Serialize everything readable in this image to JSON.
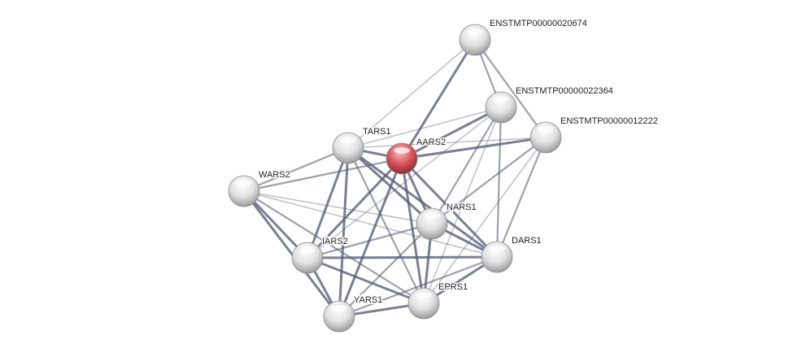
{
  "network": {
    "query_node": "AARS2",
    "colors": {
      "query": "#d9545c",
      "node": "#e6e6e6",
      "edge": "#5a5f7a"
    },
    "nodes": [
      {
        "id": "ENSTMTP00000020674"
      },
      {
        "id": "ENSTMTP00000022364"
      },
      {
        "id": "ENSTMTP00000012222"
      },
      {
        "id": "TARS1"
      },
      {
        "id": "AARS2"
      },
      {
        "id": "WARS2"
      },
      {
        "id": "NARS1"
      },
      {
        "id": "IARS2"
      },
      {
        "id": "DARS1"
      },
      {
        "id": "EPRS1"
      },
      {
        "id": "YARS1"
      }
    ],
    "edges": [
      [
        "ENSTMTP00000020674",
        "TARS1",
        1
      ],
      [
        "ENSTMTP00000020674",
        "AARS2",
        3
      ],
      [
        "ENSTMTP00000020674",
        "ENSTMTP00000022364",
        2
      ],
      [
        "ENSTMTP00000020674",
        "ENSTMTP00000012222",
        2
      ],
      [
        "ENSTMTP00000022364",
        "TARS1",
        1
      ],
      [
        "ENSTMTP00000022364",
        "AARS2",
        3
      ],
      [
        "ENSTMTP00000022364",
        "NARS1",
        2
      ],
      [
        "ENSTMTP00000022364",
        "DARS1",
        2
      ],
      [
        "ENSTMTP00000022364",
        "EPRS1",
        1
      ],
      [
        "ENSTMTP00000022364",
        "IARS2",
        1
      ],
      [
        "ENSTMTP00000012222",
        "AARS2",
        3
      ],
      [
        "ENSTMTP00000012222",
        "TARS1",
        1
      ],
      [
        "ENSTMTP00000012222",
        "NARS1",
        2
      ],
      [
        "ENSTMTP00000012222",
        "DARS1",
        2
      ],
      [
        "ENSTMTP00000012222",
        "EPRS1",
        1
      ],
      [
        "TARS1",
        "AARS2",
        3
      ],
      [
        "TARS1",
        "WARS2",
        2
      ],
      [
        "TARS1",
        "NARS1",
        3
      ],
      [
        "TARS1",
        "IARS2",
        3
      ],
      [
        "TARS1",
        "DARS1",
        3
      ],
      [
        "TARS1",
        "EPRS1",
        2
      ],
      [
        "TARS1",
        "YARS1",
        3
      ],
      [
        "AARS2",
        "WARS2",
        2
      ],
      [
        "AARS2",
        "NARS1",
        3
      ],
      [
        "AARS2",
        "IARS2",
        3
      ],
      [
        "AARS2",
        "DARS1",
        3
      ],
      [
        "AARS2",
        "EPRS1",
        3
      ],
      [
        "AARS2",
        "YARS1",
        3
      ],
      [
        "WARS2",
        "NARS1",
        1
      ],
      [
        "WARS2",
        "IARS2",
        3
      ],
      [
        "WARS2",
        "DARS1",
        1
      ],
      [
        "WARS2",
        "YARS1",
        3
      ],
      [
        "WARS2",
        "EPRS1",
        2
      ],
      [
        "NARS1",
        "IARS2",
        2
      ],
      [
        "NARS1",
        "DARS1",
        3
      ],
      [
        "NARS1",
        "EPRS1",
        3
      ],
      [
        "NARS1",
        "YARS1",
        2
      ],
      [
        "IARS2",
        "DARS1",
        3
      ],
      [
        "IARS2",
        "EPRS1",
        3
      ],
      [
        "IARS2",
        "YARS1",
        3
      ],
      [
        "DARS1",
        "EPRS1",
        3
      ],
      [
        "DARS1",
        "YARS1",
        2
      ],
      [
        "EPRS1",
        "YARS1",
        3
      ]
    ]
  }
}
